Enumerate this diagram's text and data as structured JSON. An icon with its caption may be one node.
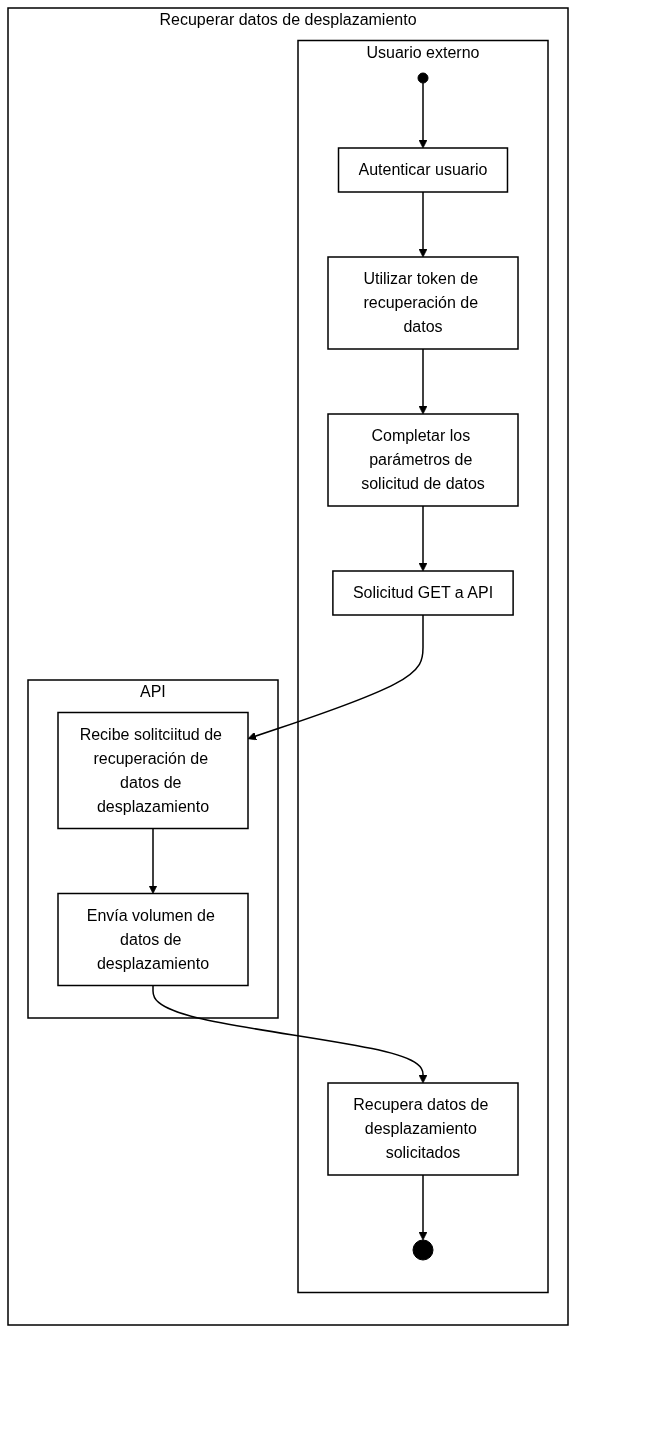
{
  "diagram": {
    "nodes": [
      {
        "text": [
          "Recuperar datos de desplazamiento"
        ]
      },
      {
        "text": [
          "Usuario externo"
        ],
        "in": 0
      },
      {
        "text": [
          "API"
        ],
        "in": 0
      },
      {
        "text": [],
        "shape": "circle",
        "in": 1
      },
      {
        "text": [
          "Autenticar usuario"
        ],
        "in": 1
      },
      {
        "text": [
          "Utilizar token de recuperación de datos"
        ],
        "in": 1
      },
      {
        "text": [
          "Completar los parámetros de solicitud de datos"
        ],
        "in": 1
      },
      {
        "text": [
          "Solicitud GET a API"
        ],
        "in": 1
      },
      {
        "text": [
          "Recibe solitciitud de recuperación de datos de desplazamiento"
        ],
        "in": 2
      },
      {
        "text": [
          "Envía volumen de datos de desplazamiento"
        ],
        "in": 2
      },
      {
        "text": [
          "Recupera datos de desplazamiento solicitados"
        ],
        "in": 1
      },
      {
        "text": [],
        "shape": "circle",
        "in": 1
      }
    ],
    "edges": [
      {
        "from": 3,
        "to": 4,
        "arrow": "to"
      },
      {
        "from": 4,
        "to": 5,
        "arrow": "to"
      },
      {
        "from": 5,
        "to": 6,
        "arrow": "to"
      },
      {
        "from": 6,
        "to": 7,
        "arrow": "to"
      },
      {
        "from": 7,
        "to": 8,
        "arrow": "to"
      },
      {
        "from": 8,
        "to": 9,
        "arrow": "to"
      },
      {
        "from": 9,
        "to": 10,
        "arrow": "to"
      },
      {
        "from": 10,
        "to": 11,
        "arrow": "to"
      }
    ]
  }
}
